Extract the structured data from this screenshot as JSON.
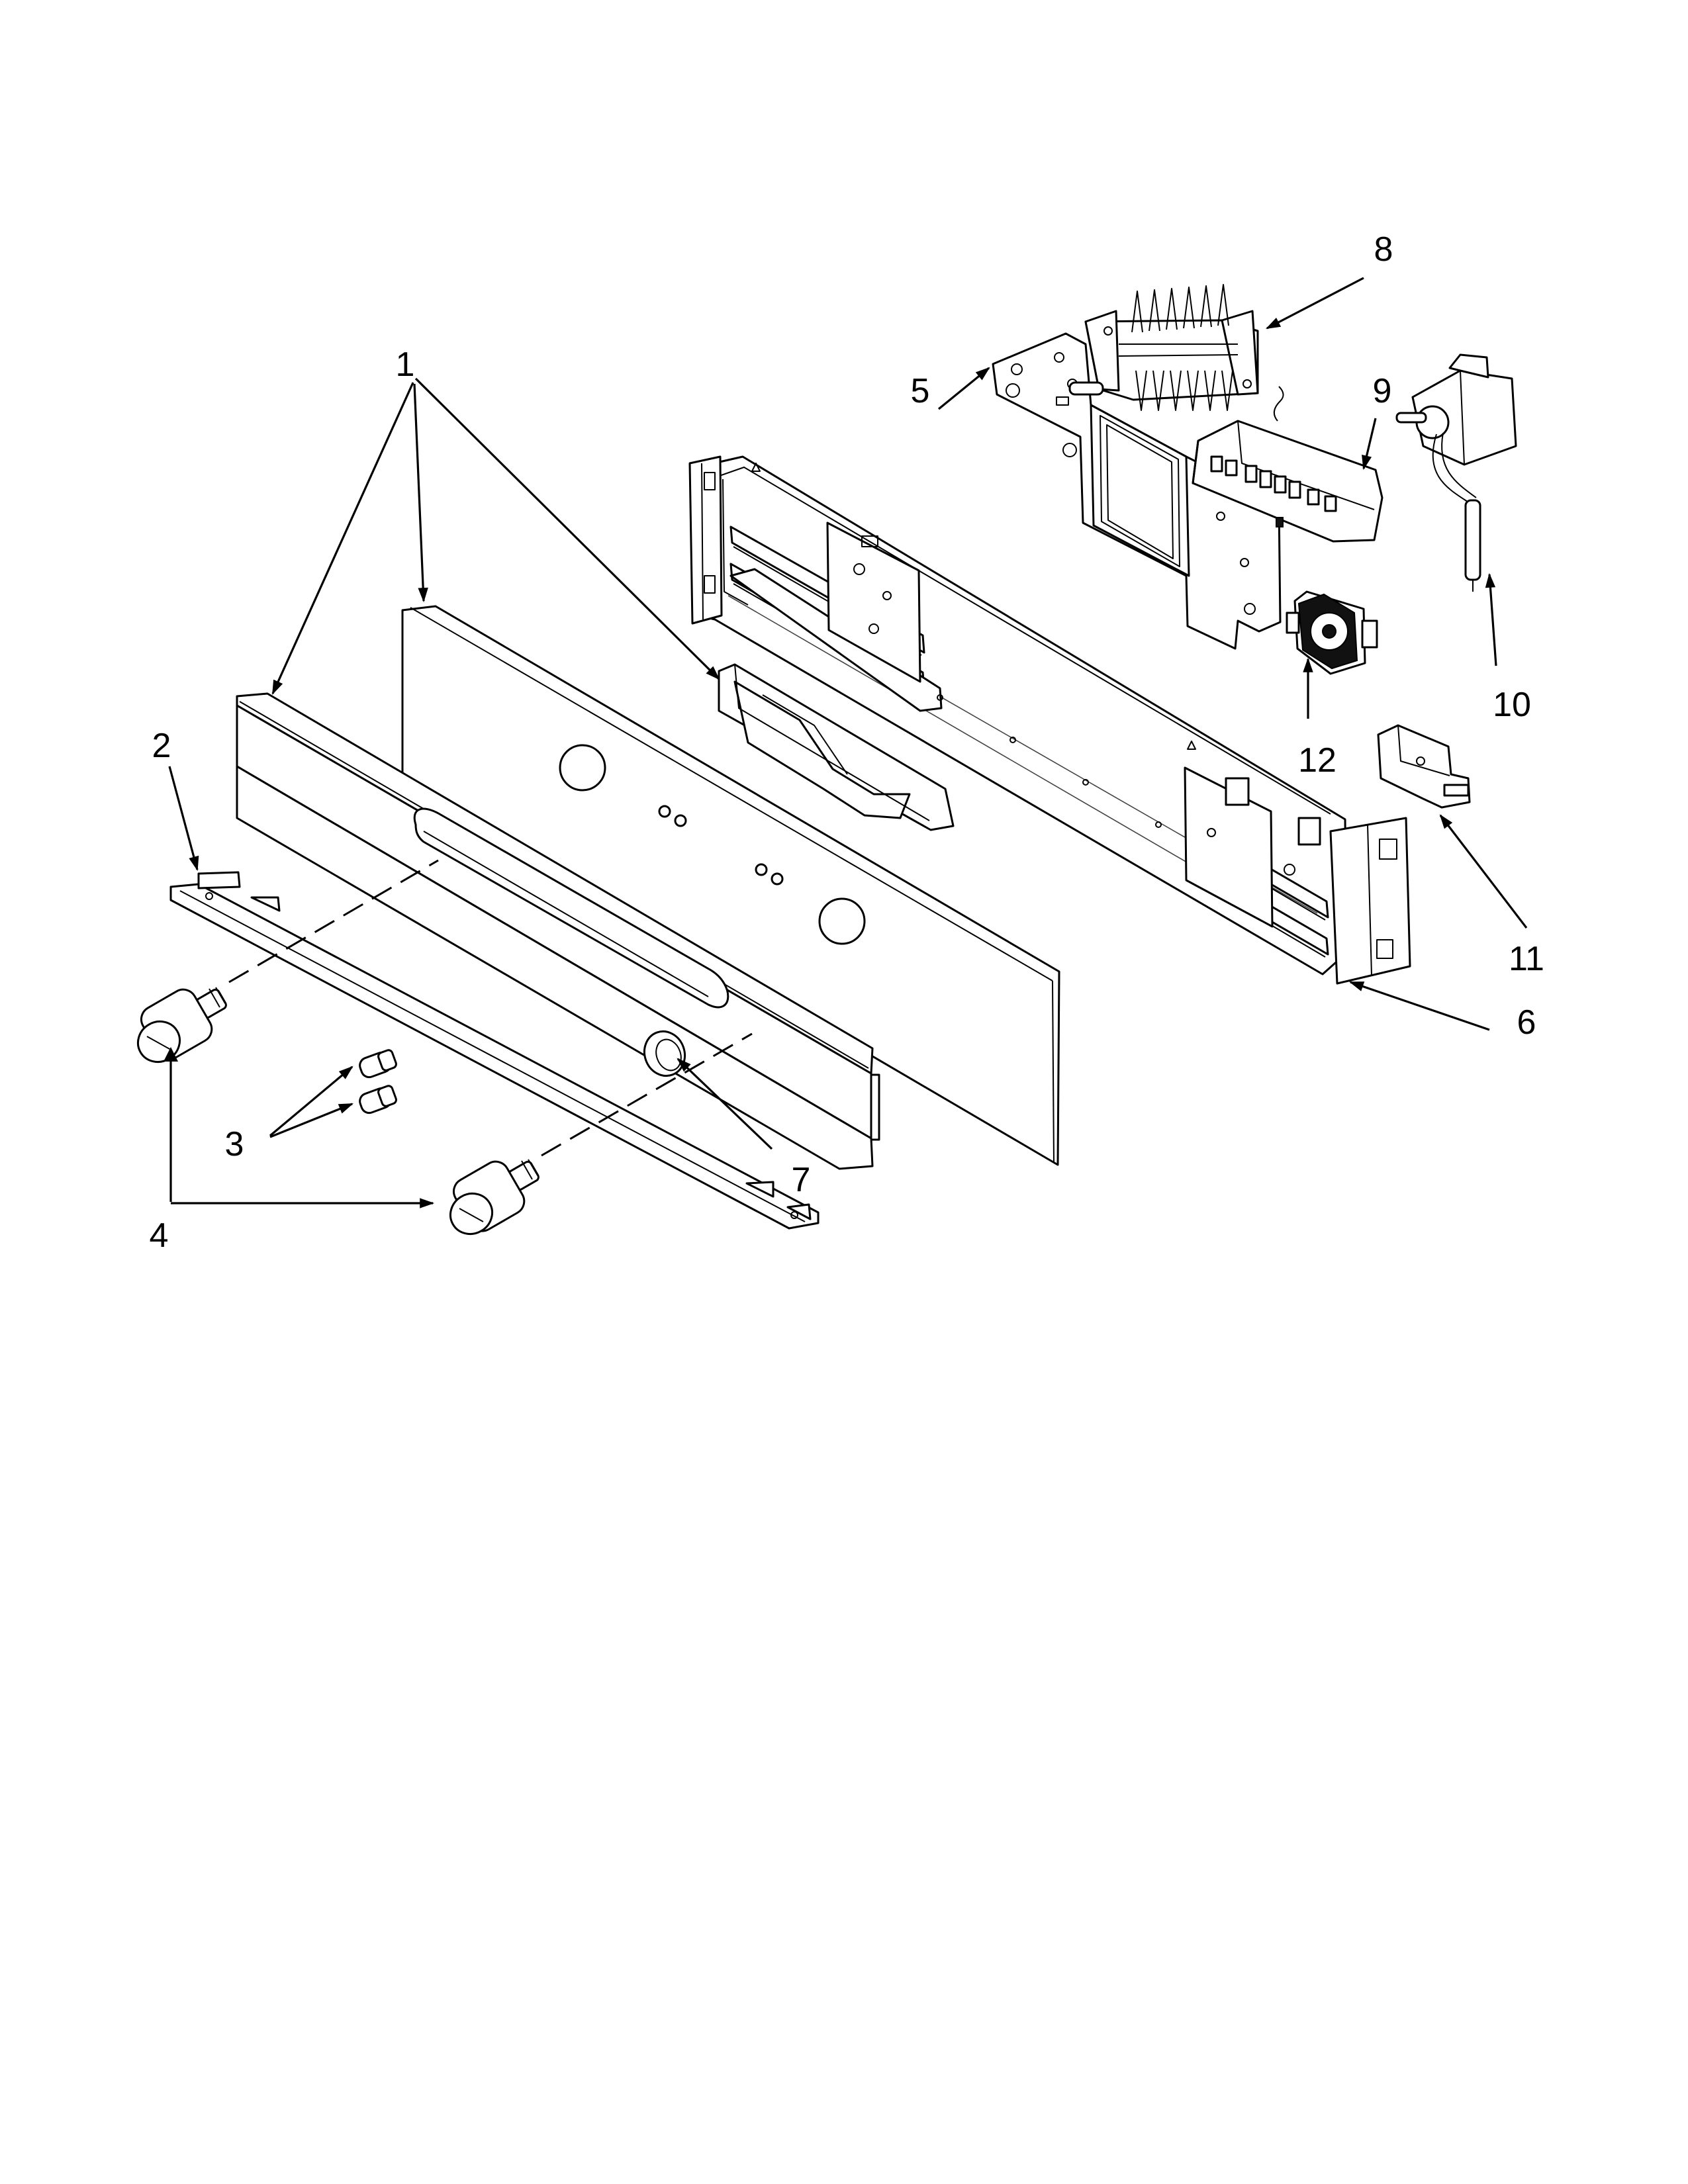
{
  "callouts": [
    {
      "id": "1",
      "label": "1"
    },
    {
      "id": "2",
      "label": "2"
    },
    {
      "id": "3",
      "label": "3"
    },
    {
      "id": "4",
      "label": "4"
    },
    {
      "id": "5",
      "label": "5"
    },
    {
      "id": "6",
      "label": "6"
    },
    {
      "id": "7",
      "label": "7"
    },
    {
      "id": "8",
      "label": "8"
    },
    {
      "id": "9",
      "label": "9"
    },
    {
      "id": "10",
      "label": "10"
    },
    {
      "id": "11",
      "label": "11"
    },
    {
      "id": "12",
      "label": "12"
    }
  ],
  "colors": {
    "line": "#000000",
    "background": "#ffffff",
    "shade": "#cfcfcf"
  }
}
